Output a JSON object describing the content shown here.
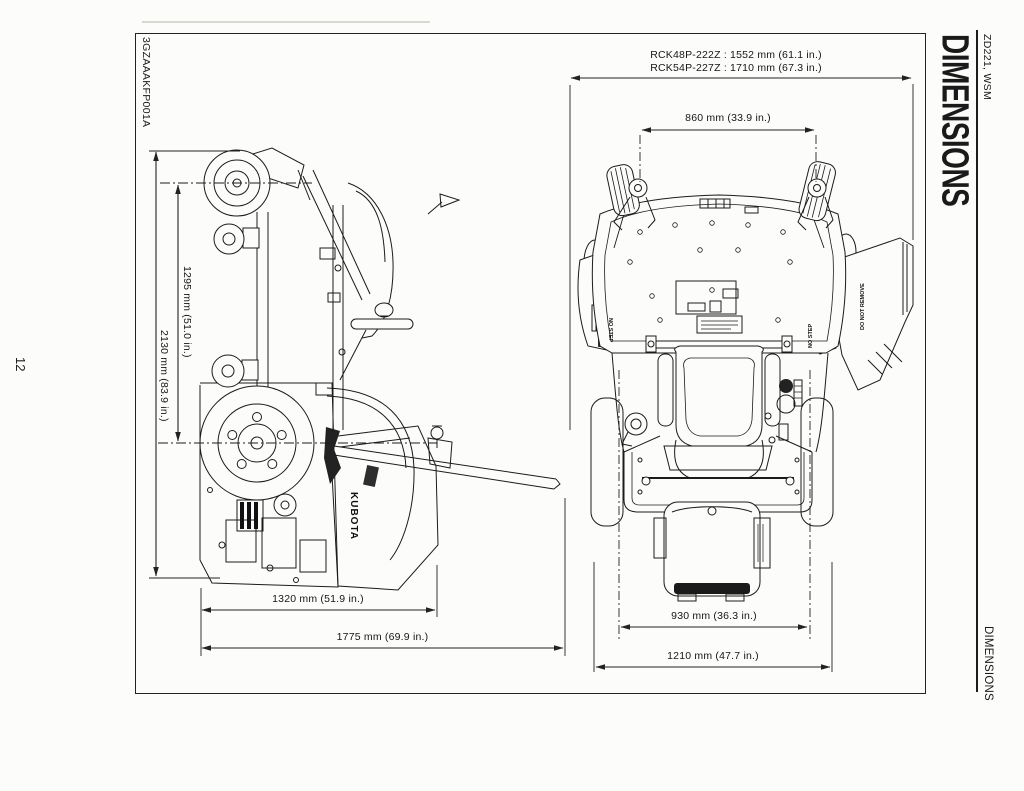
{
  "page": {
    "number": "12",
    "figure_code": "3GZAAAKFP001A"
  },
  "header": {
    "doc_ref": "ZD221, WSM",
    "chapter_title": "DIMENSIONS"
  },
  "footer": {
    "section_label": "DIMENSIONS"
  },
  "figure": {
    "labels": {
      "brand": "KUBOTA",
      "no_step_left": "NO STEP",
      "no_step_right": "NO STEP",
      "do_not_remove": "DO NOT REMOVE"
    },
    "dimensions": {
      "deck_48": "RCK48P-222Z : 1552 mm (61.1 in.)",
      "deck_54": "RCK54P-227Z : 1710 mm (67.3 in.)",
      "front_tread": "860 mm (33.9 in.)",
      "wheelbase": "1295 mm (51.0 in.)",
      "overall_length": "2130 mm (83.9 in.)",
      "height_low": "1320 mm (51.9 in.)",
      "overall_height": "1775 mm (69.9 in.)",
      "rear_tread": "930 mm (36.3 in.)",
      "overall_width": "1210 mm (47.7 in.)"
    }
  }
}
